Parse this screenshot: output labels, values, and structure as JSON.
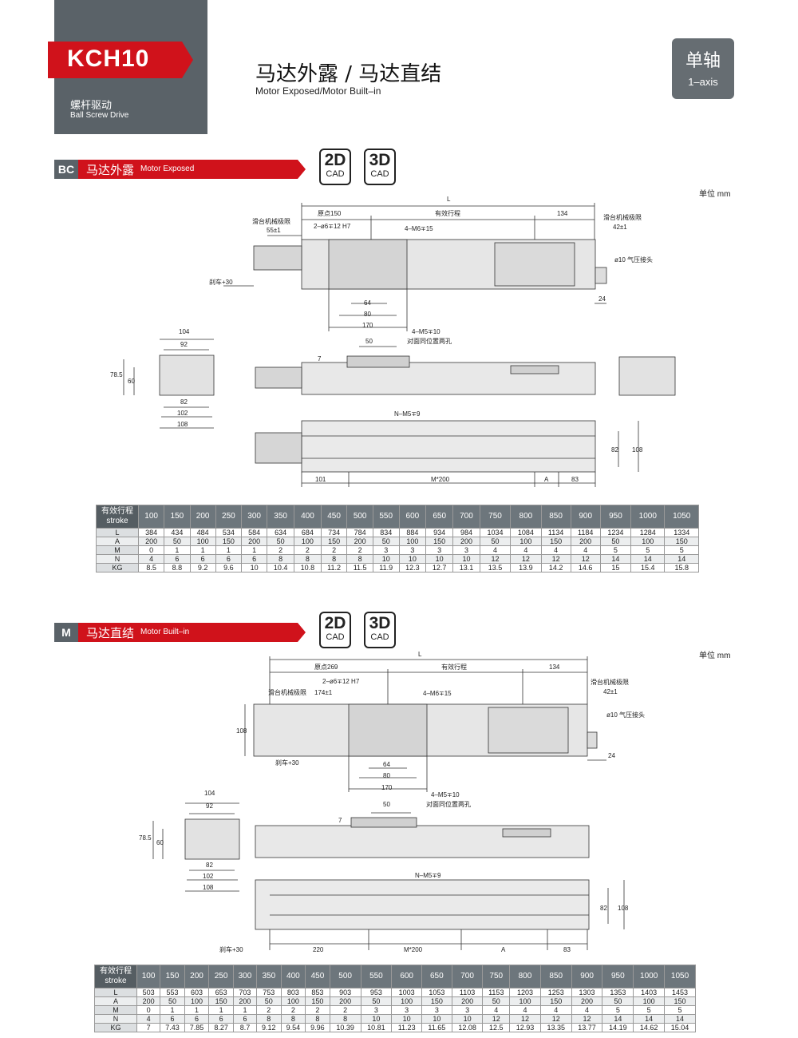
{
  "header": {
    "model": "KCH10",
    "drive_cn": "螺杆驱动",
    "drive_en": "Ball Screw Drive",
    "title_cn": "马达外露 / 马达直结",
    "title_en": "Motor Exposed/Motor Built–in",
    "axis_cn": "单轴",
    "axis_en": "1–axis"
  },
  "colors": {
    "brand_red": "#d0121b",
    "gray_panel": "#5a6268"
  },
  "cad": {
    "d2": "2D",
    "d3": "3D",
    "cad": "CAD"
  },
  "sections": [
    {
      "code": "BC",
      "name_cn": "马达外露",
      "name_en": "Motor Exposed",
      "unit": "单位 mm",
      "labels": {
        "L": "L",
        "origin": "原点150",
        "stroke": "有效行程",
        "d134": "134",
        "slide_limit_l": "滑台机械极限",
        "slide_limit_l_val": "55±1",
        "slide_limit_r": "滑台机械极限",
        "slide_limit_r_val": "42±1",
        "pin": "2–ø6∓12  H7",
        "m6": "4–M6∓15",
        "air": "ø10 气压接头",
        "brake": "刹车+30",
        "d24": "24",
        "d64": "64",
        "d80": "80",
        "d170": "170",
        "d104": "104",
        "d92": "92",
        "d82": "82",
        "d102": "102",
        "d108": "108",
        "d785": "78.5",
        "d60": "60",
        "d7": "7",
        "d50": "50",
        "m5": "4–M5∓10",
        "opp": "对面同位置两孔",
        "nm5": "N–M5∓9",
        "d101": "101",
        "m200": "M*200",
        "dA": "A",
        "d83": "83",
        "d82b": "82",
        "d108b": "108"
      },
      "table": {
        "head_cn": "有效行程",
        "head_en": "stroke",
        "strokes": [
          "100",
          "150",
          "200",
          "250",
          "300",
          "350",
          "400",
          "450",
          "500",
          "550",
          "600",
          "650",
          "700",
          "750",
          "800",
          "850",
          "900",
          "950",
          "1000",
          "1050"
        ],
        "rows": [
          {
            "name": "L",
            "values": [
              "384",
              "434",
              "484",
              "534",
              "584",
              "634",
              "684",
              "734",
              "784",
              "834",
              "884",
              "934",
              "984",
              "1034",
              "1084",
              "1134",
              "1184",
              "1234",
              "1284",
              "1334"
            ]
          },
          {
            "name": "A",
            "values": [
              "200",
              "50",
              "100",
              "150",
              "200",
              "50",
              "100",
              "150",
              "200",
              "50",
              "100",
              "150",
              "200",
              "50",
              "100",
              "150",
              "200",
              "50",
              "100",
              "150"
            ]
          },
          {
            "name": "M",
            "values": [
              "0",
              "1",
              "1",
              "1",
              "1",
              "2",
              "2",
              "2",
              "2",
              "3",
              "3",
              "3",
              "3",
              "4",
              "4",
              "4",
              "4",
              "5",
              "5",
              "5"
            ]
          },
          {
            "name": "N",
            "values": [
              "4",
              "6",
              "6",
              "6",
              "6",
              "8",
              "8",
              "8",
              "8",
              "10",
              "10",
              "10",
              "10",
              "12",
              "12",
              "12",
              "12",
              "14",
              "14",
              "14"
            ]
          },
          {
            "name": "KG",
            "values": [
              "8.5",
              "8.8",
              "9.2",
              "9.6",
              "10",
              "10.4",
              "10.8",
              "11.2",
              "11.5",
              "11.9",
              "12.3",
              "12.7",
              "13.1",
              "13.5",
              "13.9",
              "14.2",
              "14.6",
              "15",
              "15.4",
              "15.8"
            ]
          }
        ]
      }
    },
    {
      "code": "M",
      "name_cn": "马达直结",
      "name_en": "Motor Built–in",
      "unit": "单位 mm",
      "labels": {
        "L": "L",
        "origin": "原点269",
        "stroke": "有效行程",
        "d134": "134",
        "slide_limit_l": "滑台机械极限",
        "slide_limit_l_val": "174±1",
        "slide_limit_r": "滑台机械极限",
        "slide_limit_r_val": "42±1",
        "pin": "2–ø6∓12  H7",
        "m6": "4–M6∓15",
        "air": "ø10 气压接头",
        "brake": "刹车+30",
        "d24": "24",
        "d64": "64",
        "d80": "80",
        "d170": "170",
        "d108v": "108",
        "d104": "104",
        "d92": "92",
        "d82": "82",
        "d102": "102",
        "d108": "108",
        "d785": "78.5",
        "d60": "60",
        "d7": "7",
        "d50": "50",
        "m5": "4–M5∓10",
        "opp": "对面同位置两孔",
        "nm5": "N–M5∓9",
        "brake2": "刹车+30",
        "d220": "220",
        "m200": "M*200",
        "dA": "A",
        "d83": "83",
        "d82b": "82",
        "d108b": "108"
      },
      "table": {
        "head_cn": "有效行程",
        "head_en": "stroke",
        "strokes": [
          "100",
          "150",
          "200",
          "250",
          "300",
          "350",
          "400",
          "450",
          "500",
          "550",
          "600",
          "650",
          "700",
          "750",
          "800",
          "850",
          "900",
          "950",
          "1000",
          "1050"
        ],
        "rows": [
          {
            "name": "L",
            "values": [
              "503",
              "553",
              "603",
              "653",
              "703",
              "753",
              "803",
              "853",
              "903",
              "953",
              "1003",
              "1053",
              "1103",
              "1153",
              "1203",
              "1253",
              "1303",
              "1353",
              "1403",
              "1453"
            ]
          },
          {
            "name": "A",
            "values": [
              "200",
              "50",
              "100",
              "150",
              "200",
              "50",
              "100",
              "150",
              "200",
              "50",
              "100",
              "150",
              "200",
              "50",
              "100",
              "150",
              "200",
              "50",
              "100",
              "150"
            ]
          },
          {
            "name": "M",
            "values": [
              "0",
              "1",
              "1",
              "1",
              "1",
              "2",
              "2",
              "2",
              "2",
              "3",
              "3",
              "3",
              "3",
              "4",
              "4",
              "4",
              "4",
              "5",
              "5",
              "5"
            ]
          },
          {
            "name": "N",
            "values": [
              "4",
              "6",
              "6",
              "6",
              "6",
              "8",
              "8",
              "8",
              "8",
              "10",
              "10",
              "10",
              "10",
              "12",
              "12",
              "12",
              "12",
              "14",
              "14",
              "14"
            ]
          },
          {
            "name": "KG",
            "values": [
              "7",
              "7.43",
              "7.85",
              "8.27",
              "8.7",
              "9.12",
              "9.54",
              "9.96",
              "10.39",
              "10.81",
              "11.23",
              "11.65",
              "12.08",
              "12.5",
              "12.93",
              "13.35",
              "13.77",
              "14.19",
              "14.62",
              "15.04"
            ]
          }
        ]
      }
    }
  ]
}
